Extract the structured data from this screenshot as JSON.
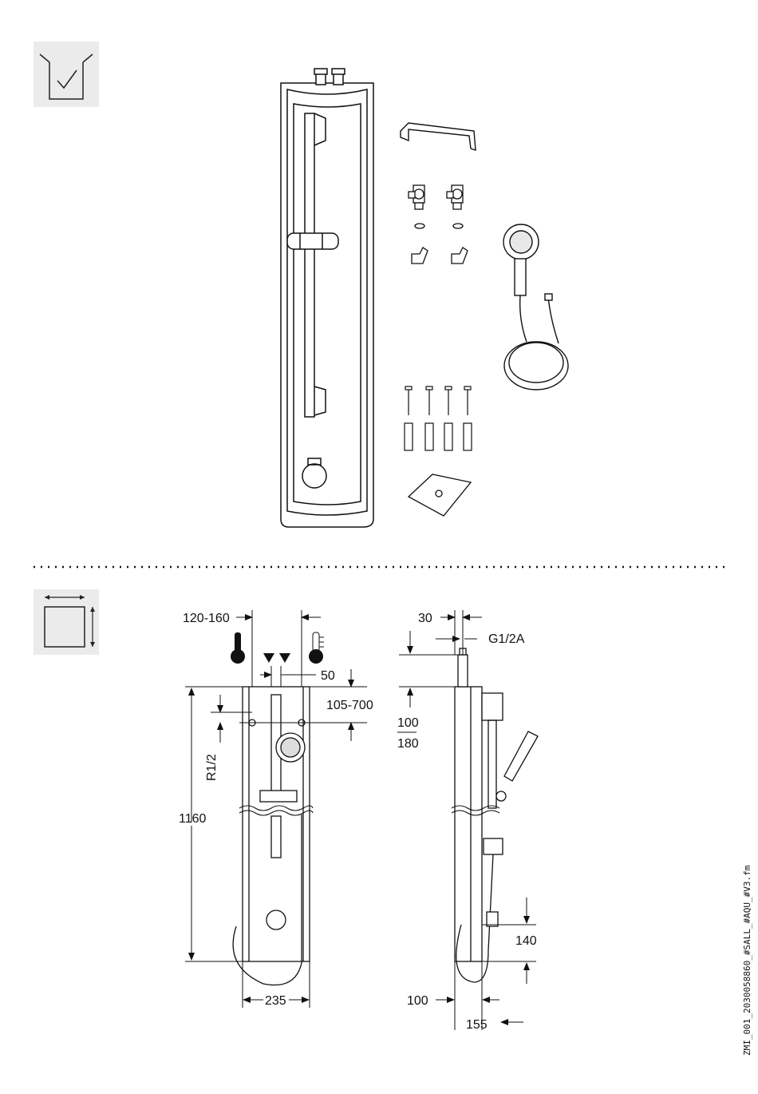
{
  "icons": {
    "scope": "box-check-icon",
    "dimensions": "dimension-box-icon"
  },
  "dimensions": {
    "spacing": "120-160",
    "top_offset": "50",
    "rail_height": "105-700",
    "thread_left": "R1/2",
    "height_total": "1160",
    "width_front": "235",
    "depth_top": "30",
    "thread_side": "G1/2A",
    "offset_top_a": "100",
    "offset_top_b": "180",
    "bottom_height": "140",
    "bottom_offset": "100",
    "depth_side": "155"
  },
  "doc_reference": "ZMI_001_2030058860_#SALL_#AQU_#V3.fm"
}
